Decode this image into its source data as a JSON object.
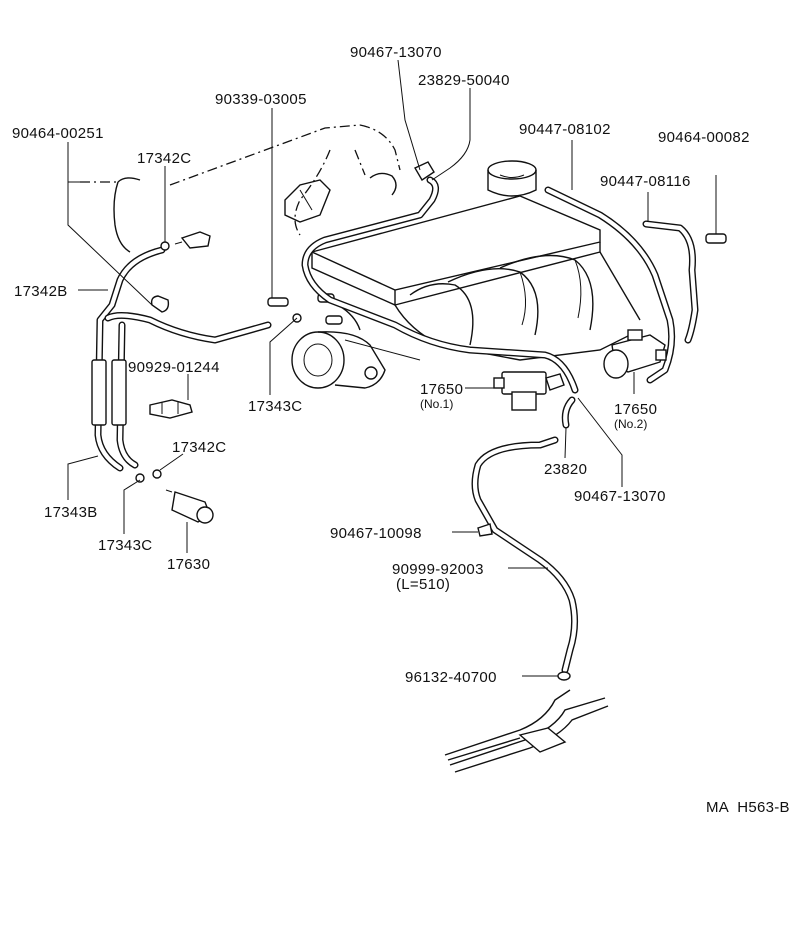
{
  "labels": {
    "p9046713070_top": "90467-13070",
    "p2382950040": "23829-50040",
    "p9033903005": "90339-03005",
    "p9046400251": "90464-00251",
    "p17342c_top": "17342C",
    "p9044708102": "90447-08102",
    "p9046400082": "90464-00082",
    "p9044708116": "90447-08116",
    "p17342b": "17342B",
    "p9092901244": "90929-01244",
    "p17343c_mid": "17343C",
    "p17650_1": "17650",
    "p17650_1_sub": "(No.1)",
    "p17650_2": "17650",
    "p17650_2_sub": "(No.2)",
    "p17342c_low": "17342C",
    "p23820": "23820",
    "p17343b": "17343B",
    "p9046713070_bot": "90467-13070",
    "p17343c_low": "17343C",
    "p17630": "17630",
    "p9046710098": "90467-10098",
    "p9099992003": "90999-92003",
    "p9099992003_sub": "(L=510)",
    "p9613240700": "96132-40700",
    "ref_code": "MA  H563-B"
  }
}
